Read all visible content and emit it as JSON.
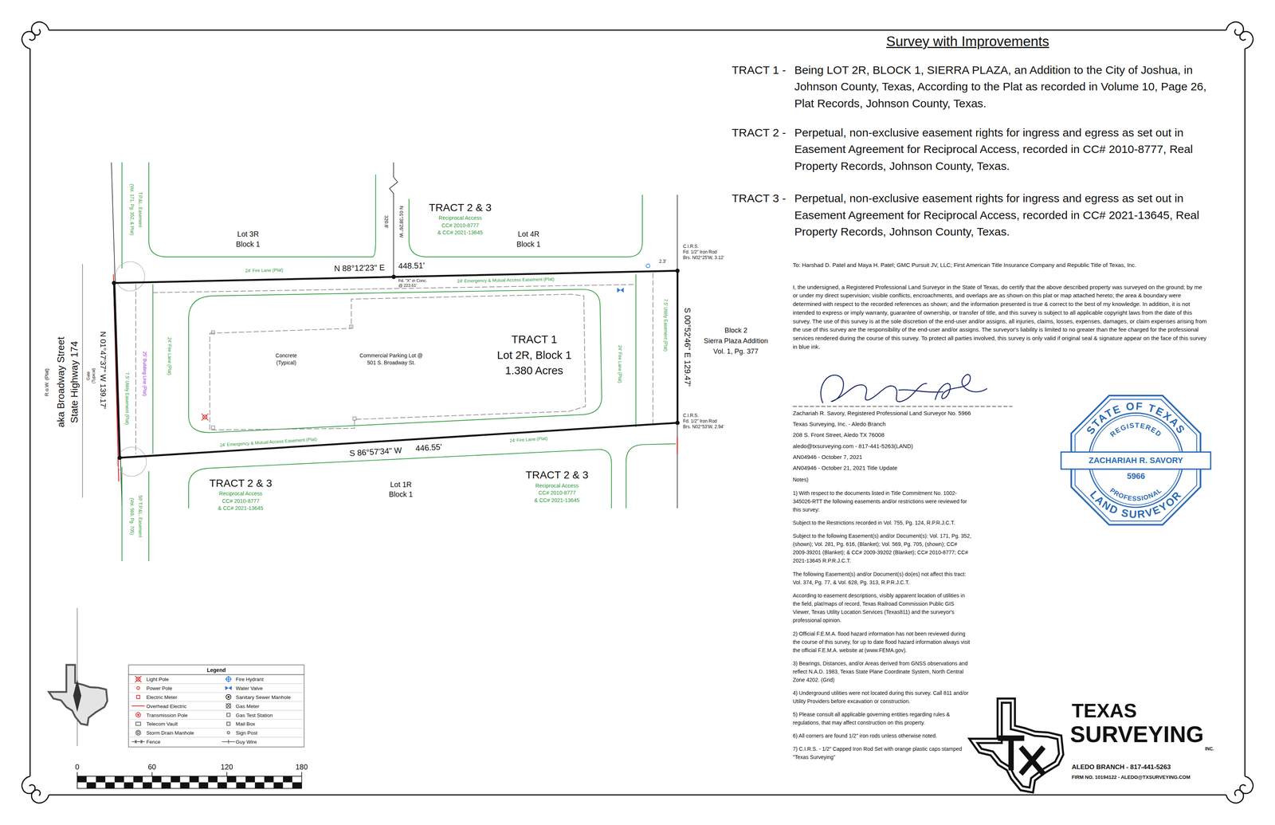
{
  "diagram": {
    "title": "Survey with Improvements",
    "nodes": [
      {
        "text": [
          "TRACT 1",
          "Lot 2R, Block 1",
          "1.380 Acres",
          "Concrete",
          "(Typical)",
          "Commercial Parking Lot @",
          "501 S. Broadway St."
        ]
      },
      {
        "text": [
          "STATE OF TEXAS",
          "REGISTERED",
          "ZACHARIAH R. SAVORY",
          "5966",
          "PROFESSIONAL",
          "LAND SURVEYOR"
        ]
      }
    ],
    "labels": [
      "TRACT 1 -",
      "Being LOT 2R, BLOCK 1, SIERRA PLAZA, an Addition to the City of Joshua, in Johnson County, Texas, According to the Plat as recorded in Volume 10, Page 26, Plat Records, Johnson County, Texas.",
      "TRACT 2 -",
      "Perpetual, non-exclusive easement rights for ingress and egress as set out in Easement Agreement for Reciprocal Access, recorded in CC# 2010-8777, Real Property Records, Johnson County, Texas.",
      "TRACT 3 -",
      "Perpetual, non-exclusive easement rights for ingress and egress as set out in Easement Agreement for Reciprocal Access, recorded in CC# 2021-13645, Real Property Records, Johnson County, Texas.",
      "To: Harshad D. Patel and Maya H. Patel; GMC Pursuit JV, LLC; First American Title Insurance Company and Republic Title of Texas, Inc.",
      "I, the undersigned, a Registered Professional Land Surveyor in the State of Texas, do certify that the above described property was surveyed on the ground; by me or under my direct supervision; visible conflicts, encroachments, and overlaps are as shown on this plat or map attached hereto; the area & boundary were determined with respect to the recorded references as shown; and the information presented is true & correct to the best of my knowledge. In addition, it is not intended to express or imply warranty, guarantee of ownership, or transfer of title, and this survey is subject to all applicable copyright laws from the date of this survey. The use of this survey is at the sole discretion of the end-user and/or assigns, all injuries, claims, losses, expenses, damages, or claim expenses arising from the use of this survey are the responsibility of the end-user and/or assigns. The surveyor's liability is limited to no greater than the fee charged for the professional services rendered during the course of this survey. To protect all parties involved, this survey is only valid if original seal & signature appear on the face of this survey in blue ink.",
      "Zachariah R. Savory, Registered Professional Land Surveyor No. 5966",
      "Texas Surveying, Inc. - Aledo Branch",
      "208 S. Front Street, Aledo TX 76008",
      "aledo@txsurveying.com - 817-441-5263(LAND)",
      "AN04946 - October 7, 2021",
      "AN04946 - October 21, 2021 Title Update",
      "Notes)",
      "1) With respect to the documents listed in Title Commitment No. 1002-345026-RTT the following easements and/or restrictions were reviewed for this survey:",
      "Subject to the Restrictions recorded in Vol. 755, Pg. 124, R.P.R.J.C.T.",
      "Subject to the following Easement(s) and/or Document(s): Vol. 171, Pg. 352, (shown); Vol. 281, Pg. 616, (Blanket); Vol. 569, Pg. 705, (shown); CC# 2009-39201 (Blanket); & CC# 2009-39202 (Blanket); CC# 2010-8777; CC# 2021-13645 R.P.R.J.C.T.",
      "The following Easement(s) and/or Document(s) do(es) not affect this tract: Vol. 374, Pg. 77, & Vol. 628, Pg. 313, R.P.R.J.C.T.",
      "According to easement descriptions, visibly apparent location of utilities in the field, plat/maps of record, Texas Railroad Commission Public GIS Viewer, Texas Utility Location Services (Texas811) and the surveyor's professional opinion.",
      "2) Official F.E.M.A. flood hazard information has not been reviewed during the course of this survey, for up to date flood hazard information always visit the official F.E.M.A. website at (www.FEMA.gov).",
      "3) Bearings, Distances, and/or Areas derived from GNSS observations and reflect N.A.D. 1983, Texas State Plane Coordinate System, North Central Zone 4202. (Grid)",
      "4) Underground utilities were not located during this survey. Call 811 and/or Utility Providers before excavation or construction.",
      "5) Please consult all applicable governing entities regarding rules & regulations, that may affect construction on this property.",
      "6) All corners are found 1/2\" iron rods unless otherwise noted.",
      "7) C.I.R.S. - 1/2\" Capped Iron Rod Set with orange plastic caps stamped \"Texas Surveying\"",
      "TEXAS",
      "SURVEYING",
      "INC.",
      "ALEDO BRANCH - 817-441-5263",
      "FIRM NO. 10194122 - ALEDO@TXSURVEYING.COM",
      "TRACT 2 & 3",
      "Reciprocal Access",
      "CC# 2010-8777",
      "& CC# 2021-13645",
      "TRACT 2 & 3",
      "Reciprocal Access",
      "CC# 2010-8777",
      "& CC# 2021-13645",
      "TRACT 2 & 3",
      "Reciprocal Access",
      "CC# 2010-8777",
      "& CC# 2021-13645",
      "Lot 3R",
      "Block 1",
      "Lot 4R",
      "Block 1",
      "Lot 1R",
      "Block 1",
      "Block 2",
      "Sierra Plaza Addition",
      "Vol. 1, Pg. 377",
      "N 88°12'23\" E",
      "448.51'",
      "S 86°57'34\" W",
      "446.55'",
      "N 01°47'37\" W 139.17'",
      "S 00°52'46\" E 129.47'",
      "N 01°38'26\" W",
      "320.8'",
      "Fd. \"X\" in Conc.",
      "@ 223.61'",
      "C.I.R.S.",
      "Fd. 1/2\" Iron Rod",
      "Brs. N02°25'W, 3.12'",
      "2.3'",
      "C.I.R.S.",
      "Fd. 1/2\" Iron Rod",
      "Brs. N02°53'W, 2.94'",
      "24' Fire Lane (Plat)",
      "24' Emergency & Mutual Access Easement (Plat)",
      "24' Fire Lane (Plat)",
      "25' Building Line (Plat)",
      "7.5' Utility Easement (Plat)",
      "24' Fire Lane (Plat)",
      "7.5' Utility Easement (Plat)",
      "24' Emergency & Mutual Access Easement (Plat)",
      "24' Fire Lane (Plat)",
      "T.P.&L. Easement",
      "(Vol. 171, Pg. 352, & Plat)",
      "50' T.P.&L. Easement",
      "(Vol. 569, Pg. 705)",
      "State Highway 174",
      "aka Broadway Street",
      "R.o.W. (Plat)",
      "Gate",
      "(Typical)",
      "0",
      "60",
      "120",
      "180",
      "Legend"
    ],
    "legend": [
      {
        "text": "Light Pole"
      },
      {
        "text": "Fire Hydrant"
      },
      {
        "text": "Power Pole"
      },
      {
        "text": "Water Valve"
      },
      {
        "text": "Electric Meter"
      },
      {
        "text": "Sanitary Sewer Manhole"
      },
      {
        "text": "Overhead Electric"
      },
      {
        "text": "Gas Meter"
      },
      {
        "text": "Transmission Pole"
      },
      {
        "text": "Gas Test Station"
      },
      {
        "text": "Telecom Vault"
      },
      {
        "text": "Mail Box"
      },
      {
        "text": "Storm Drain Manhole"
      },
      {
        "text": "Sign Post"
      },
      {
        "text": "Fence"
      },
      {
        "text": "Guy Wire"
      }
    ]
  }
}
